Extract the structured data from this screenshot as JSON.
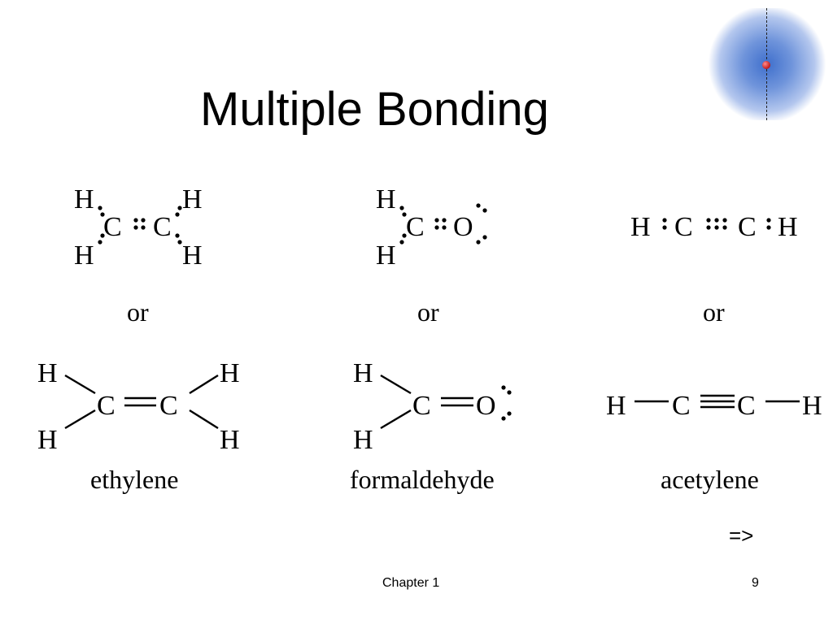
{
  "slide": {
    "title": "Multiple Bonding",
    "next_link": "=>",
    "footer": "Chapter 1",
    "page_number": "9"
  },
  "molecules": [
    {
      "name": "ethylene",
      "or": "or"
    },
    {
      "name": "formaldehyde",
      "or": "or"
    },
    {
      "name": "acetylene",
      "or": "or"
    }
  ],
  "atoms": {
    "hydrogen": "H",
    "carbon": "C",
    "oxygen": "O"
  }
}
